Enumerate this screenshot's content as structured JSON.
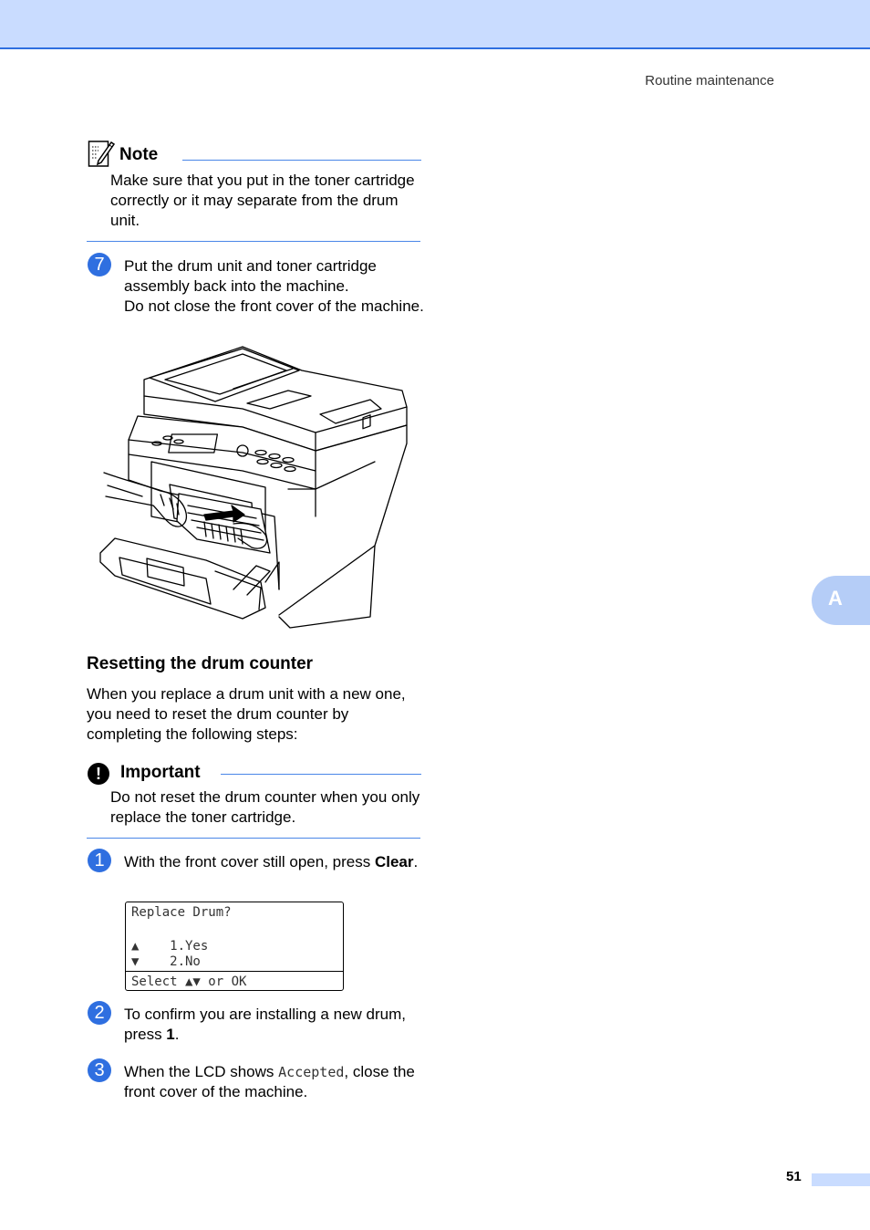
{
  "running_head": "Routine maintenance",
  "note": {
    "title": "Note",
    "body": "Make sure that you put in the toner cartridge correctly or it may separate from the drum unit."
  },
  "step7": {
    "number": "7",
    "text": "Put the drum unit and toner cartridge assembly back into the machine.",
    "text2": "Do not close the front cover of the machine."
  },
  "section": {
    "title": "Resetting the drum counter",
    "intro": "When you replace a drum unit with a new one, you need to reset the drum counter by completing the following steps:"
  },
  "important": {
    "icon_glyph": "!",
    "title": "Important",
    "body": "Do not reset the drum counter when you only replace the toner cartridge."
  },
  "step1": {
    "number": "1",
    "text_before": "With the front cover still open, press ",
    "key": "Clear",
    "text_after": "."
  },
  "lcd": {
    "line1": "Replace Drum?",
    "line2": "▲    1.Yes",
    "line3": "▼    2.No",
    "line4": "Select ▲▼ or OK"
  },
  "step2": {
    "number": "2",
    "text_before": "To confirm you are installing a new drum, press ",
    "key": "1",
    "text_after": "."
  },
  "step3": {
    "number": "3",
    "text_before": "When the LCD shows ",
    "mono": "Accepted",
    "text_after": ", close the front cover of the machine."
  },
  "tab_letter": "A",
  "page_number": "51",
  "icons": {
    "note": "note-pencil-icon",
    "important": "exclamation-circle-icon",
    "illustration": "printer-drum-install-illustration"
  },
  "colors": {
    "accent": "#2f6fe0",
    "band": "#c9dcff",
    "tab": "#b5cdf7"
  }
}
